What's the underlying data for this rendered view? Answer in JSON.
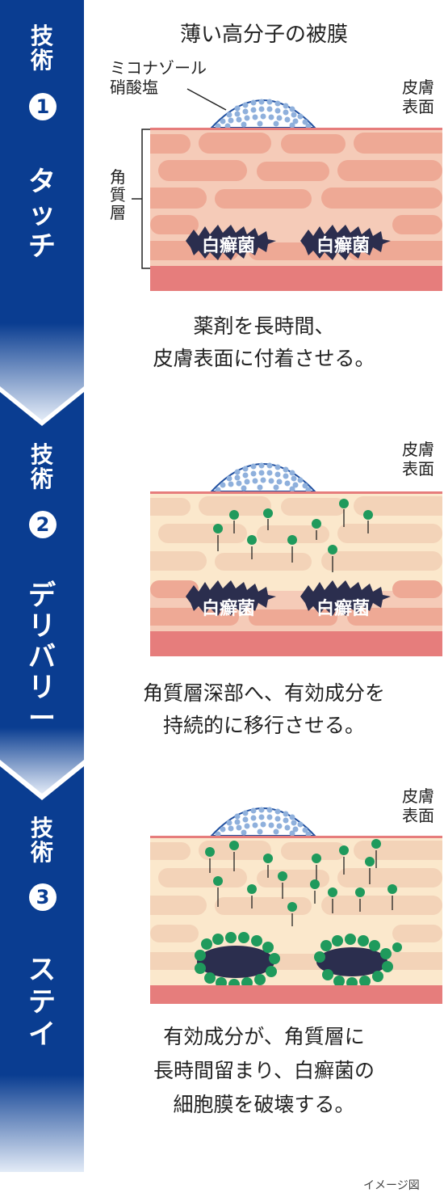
{
  "techniques": [
    {
      "waza_line1": "技",
      "waza_line2": "術",
      "number": "1",
      "name_chars": [
        "タ",
        "ッ",
        "チ"
      ]
    },
    {
      "waza_line1": "技",
      "waza_line2": "術",
      "number": "2",
      "name_chars": [
        "デ",
        "リ",
        "バ",
        "リ",
        "ー"
      ]
    },
    {
      "waza_line1": "技",
      "waza_line2": "術",
      "number": "3",
      "name_chars": [
        "ス",
        "テ",
        "イ"
      ]
    }
  ],
  "panel1": {
    "title": "薄い高分子の被膜",
    "drug_label_line1": "ミコナゾール",
    "drug_label_line2": "硝酸塩",
    "skin_label_line1": "皮膚",
    "skin_label_line2": "表面",
    "stratum_chars": [
      "角",
      "質",
      "層"
    ],
    "fungus_left": "白癬菌",
    "fungus_right": "白癬菌",
    "caption_line1": "薬剤を長時間、",
    "caption_line2": "皮膚表面に付着させる。"
  },
  "panel2": {
    "skin_label_line1": "皮膚",
    "skin_label_line2": "表面",
    "fungus_left": "白癬菌",
    "fungus_right": "白癬菌",
    "caption_line1": "角質層深部へ、有効成分を",
    "caption_line2": "持続的に移行させる。"
  },
  "panel3": {
    "skin_label_line1": "皮膚",
    "skin_label_line2": "表面",
    "caption_line1": "有効成分が、角質層に",
    "caption_line2": "長時間留まり、白癬菌の",
    "caption_line3": "細胞膜を破壊する。"
  },
  "footnote": "イメージ図",
  "colors": {
    "sidebar_blue": "#0a3d91",
    "skin_base": "#f5cbb8",
    "cell": "#eea995",
    "dermis": "#e67d7c",
    "film_blue": "#1f4fa0",
    "granule": "#8fb0dc",
    "fungus": "#2b2e4e",
    "drug_green": "#1f9a5c",
    "deep_cream": "#fbe8cc"
  }
}
